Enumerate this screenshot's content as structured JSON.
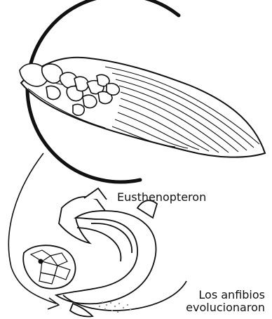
{
  "labels": {
    "species": "Eusthenopteron",
    "caption_line1": "Los anfibios",
    "caption_line2": "evolucionaron"
  },
  "colors": {
    "ink": "#111111",
    "background": "#ffffff",
    "shading": "#9a9a9a"
  }
}
